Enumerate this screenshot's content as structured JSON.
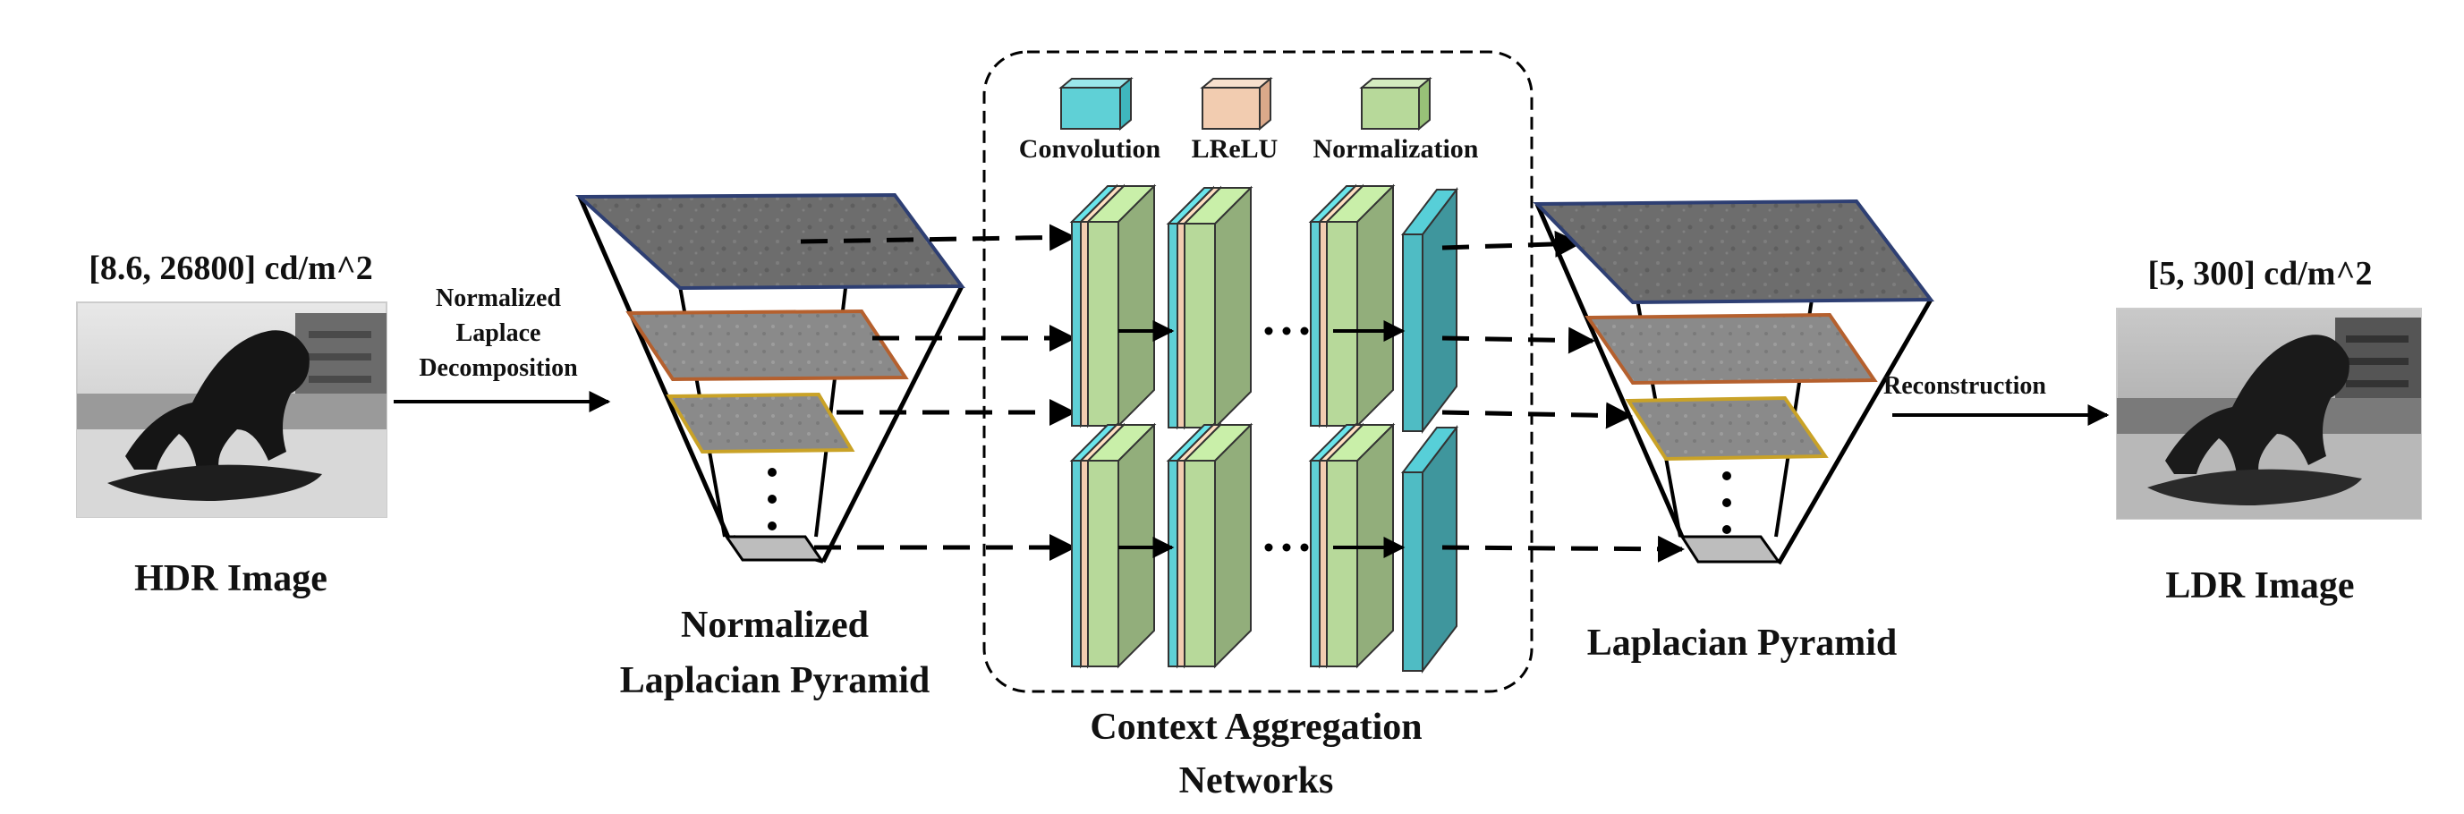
{
  "input": {
    "range_label": "[8.6, 26800] cd/m^2",
    "caption": "HDR Image"
  },
  "decomposition": {
    "line1": "Normalized",
    "line2": "Laplace",
    "line3": "Decomposition"
  },
  "normalized_pyramid": {
    "caption_line1": "Normalized",
    "caption_line2": "Laplacian Pyramid"
  },
  "can": {
    "legend": {
      "convolution": "Convolution",
      "lrelu": "LReLU",
      "normalization": "Normalization"
    },
    "caption_line1": "Context Aggregation",
    "caption_line2": "Networks"
  },
  "output_pyramid": {
    "caption": "Laplacian Pyramid"
  },
  "reconstruction": {
    "label": "Reconstruction"
  },
  "output": {
    "range_label": "[5, 300] cd/m^2",
    "caption": "LDR Image"
  },
  "colors": {
    "convolution": "#5fd0d6",
    "lrelu": "#f2ccb0",
    "normalization": "#b7d99a",
    "output_layer": "#4fbcc4",
    "level1_border": "#2e3f73",
    "level2_border": "#b5602e",
    "level3_border": "#c9a227"
  }
}
